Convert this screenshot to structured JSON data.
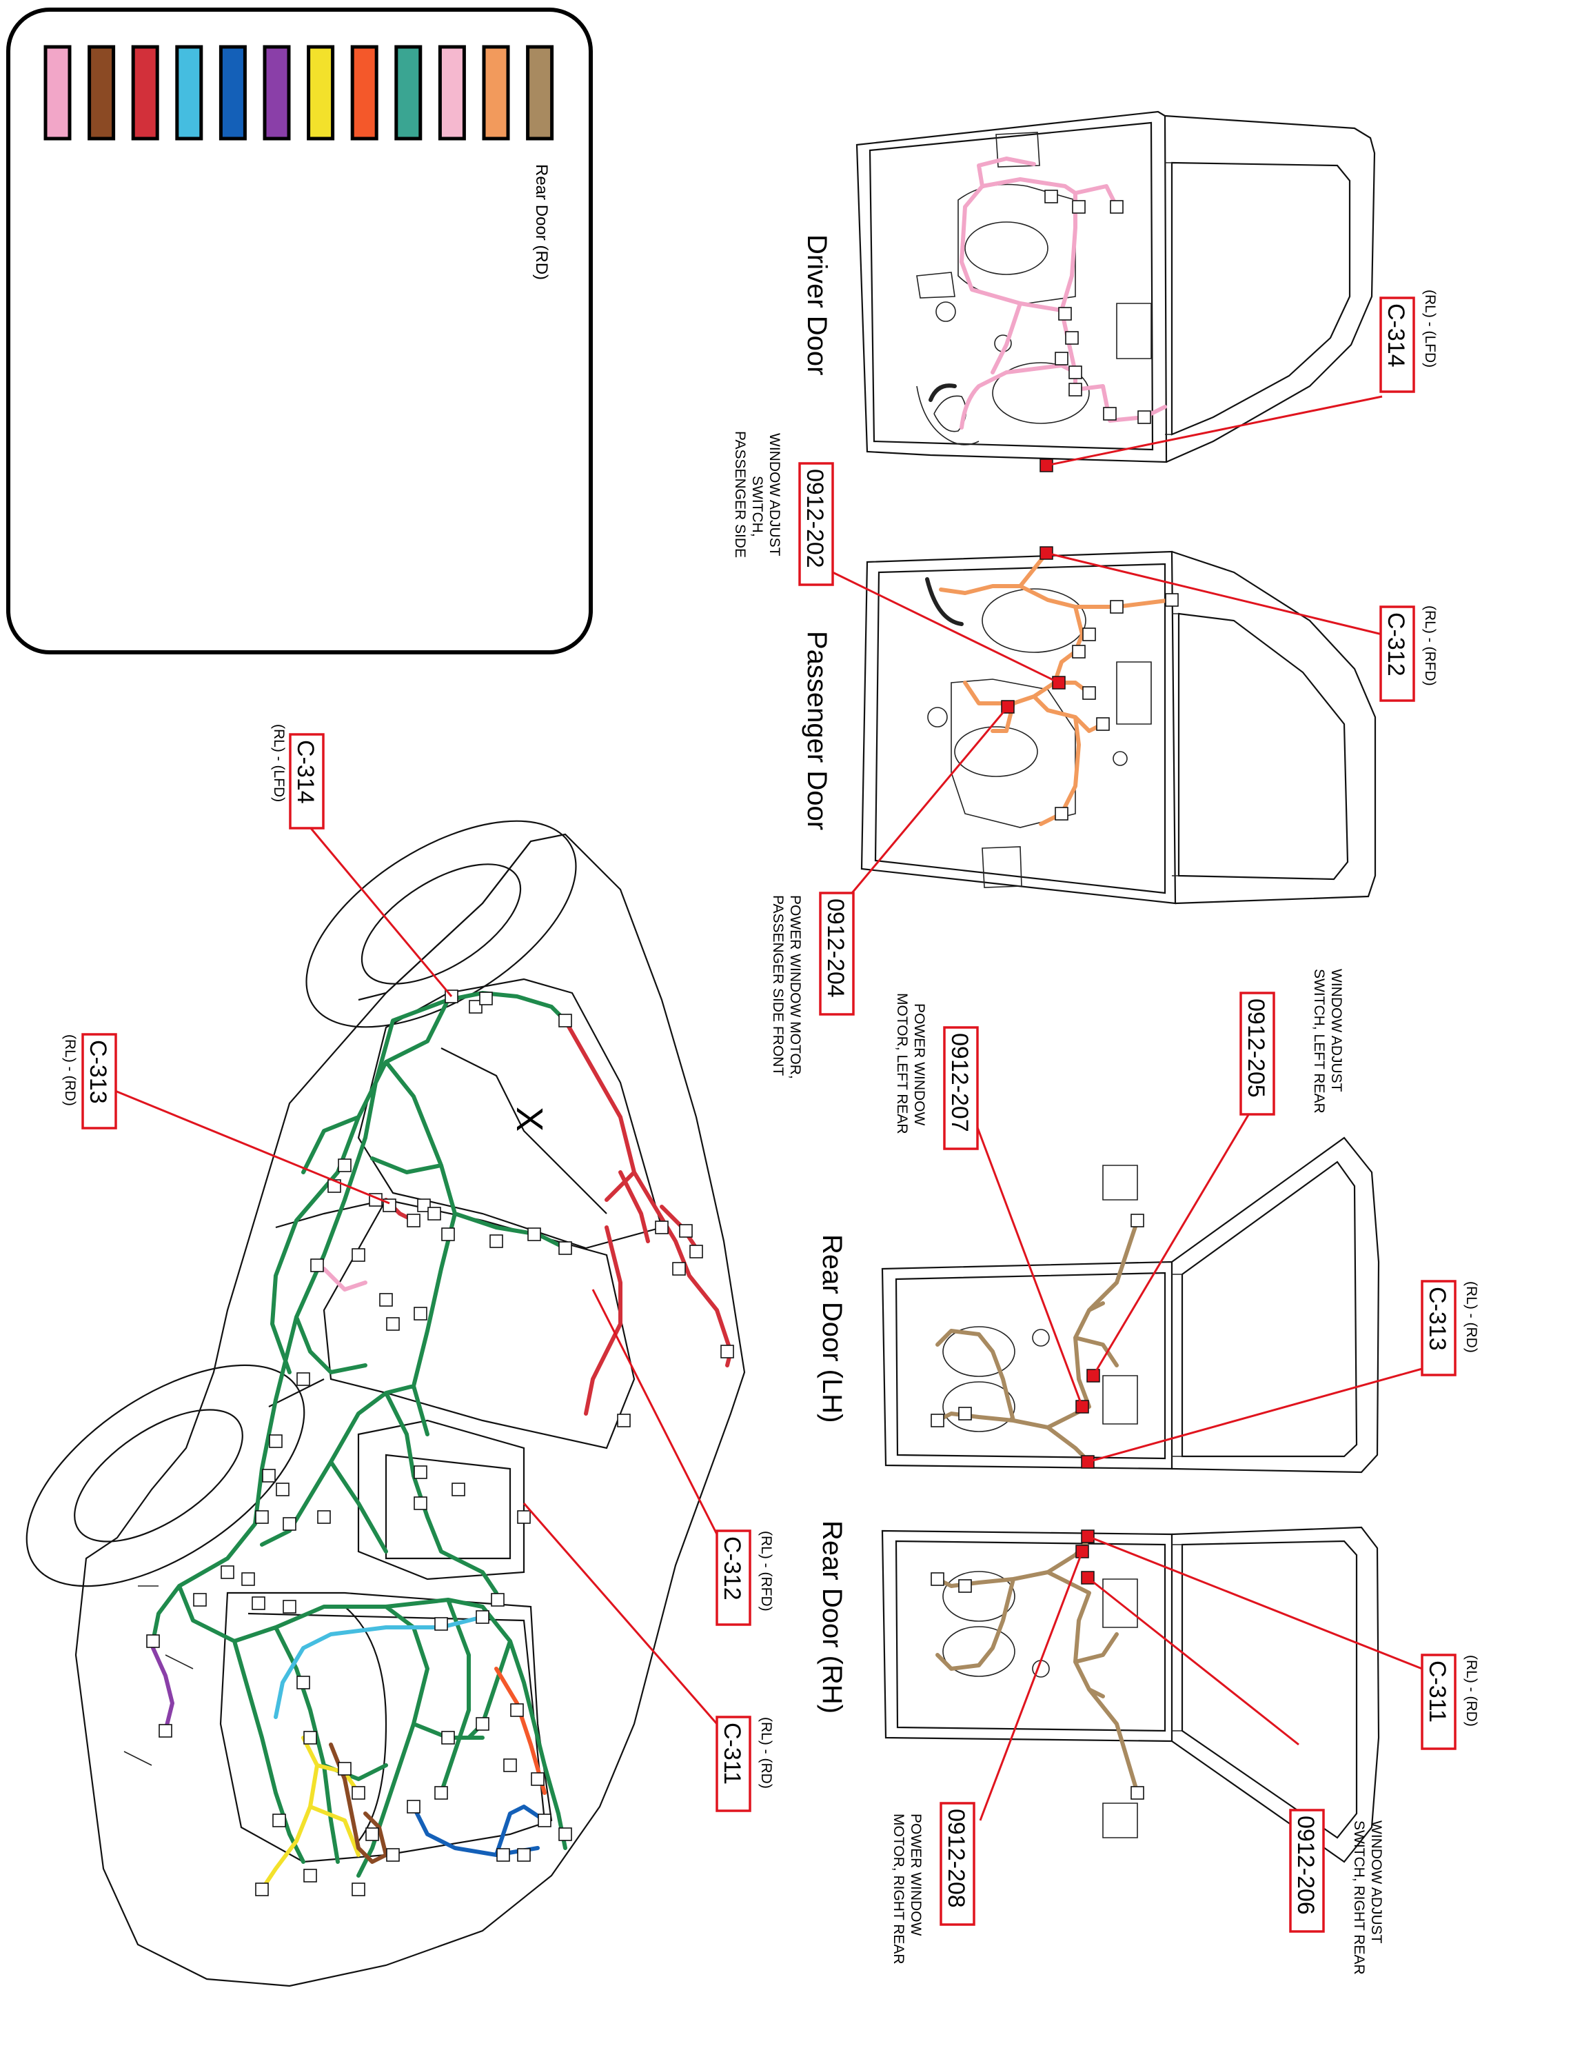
{
  "legend": {
    "swatches": [
      "#f2a6c8",
      "#8b4a24",
      "#d2303a",
      "#45bde0",
      "#1460b8",
      "#8a3fa8",
      "#f3e12b",
      "#f4582a",
      "#3aa592",
      "#f5b8cf",
      "#f29a5c",
      "#a88a60"
    ],
    "caption": "Rear Door (RD)"
  },
  "wire_colors": {
    "driver": "#f2a6c8",
    "passenger": "#f29a5c",
    "rear": "#a88a60",
    "body": "#1f8a4c",
    "body_red": "#d2303a",
    "body_pink": "#f2a6c8",
    "body_yellow": "#f3e12b",
    "body_blue": "#1460b8",
    "body_cyan": "#45bde0",
    "body_brown": "#8b4a24",
    "body_orange": "#f4582a",
    "body_purple": "#8a3fa8"
  },
  "doors": {
    "driver": "Driver Door",
    "passenger": "Passenger Door",
    "rear_lh": "Rear Door (LH)",
    "rear_rh": "Rear Door (RH)"
  },
  "body": {
    "mark": "X"
  },
  "callouts": {
    "c314_door": {
      "code": "C-314",
      "sub": "(RL) - (LFD)"
    },
    "c312_door": {
      "code": "C-312",
      "sub": "(RL) - (RFD)"
    },
    "c313_door": {
      "code": "C-313",
      "sub": "(RL) - (RD)"
    },
    "c311_door": {
      "code": "C-311",
      "sub": "(RL) - (RD)"
    },
    "c314_body": {
      "code": "C-314",
      "sub": "(RL) - (LFD)"
    },
    "c313_body": {
      "code": "C-313",
      "sub": "(RL) - (RD)"
    },
    "c312_body": {
      "code": "C-312",
      "sub": "(RL) - (RFD)"
    },
    "c311_body": {
      "code": "C-311",
      "sub": "(RL) - (RD)"
    },
    "p202": {
      "code": "0912-202",
      "lines": [
        "WINDOW ADJUST",
        "SWITCH,",
        "PASSENGER SIDE"
      ]
    },
    "p204": {
      "code": "0912-204",
      "lines": [
        "POWER WINDOW MOTOR,",
        "PASSENGER SIDE FRONT"
      ]
    },
    "p205": {
      "code": "0912-205",
      "lines": [
        "WINDOW ADJUST",
        "SWITCH, LEFT REAR"
      ]
    },
    "p207": {
      "code": "0912-207",
      "lines": [
        "POWER WINDOW",
        "MOTOR, LEFT REAR"
      ]
    },
    "p206": {
      "code": "0912-206",
      "lines": [
        "WINDOW ADJUST",
        "SWITCH, RIGHT REAR"
      ]
    },
    "p208": {
      "code": "0912-208",
      "lines": [
        "POWER WINDOW",
        "MOTOR, RIGHT REAR"
      ]
    }
  }
}
